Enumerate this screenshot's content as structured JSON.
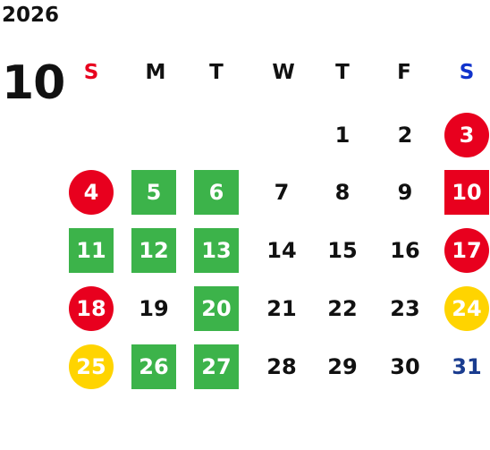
{
  "year": "2026",
  "month": "10",
  "weekdays": [
    "S",
    "M",
    "T",
    "W",
    "T",
    "F",
    "S"
  ],
  "colors": {
    "sunday": "#e8001e",
    "saturday": "#1133cc",
    "holiday_red": "#e8001e",
    "event_green": "#3cb34a",
    "event_yellow": "#ffd400",
    "sat_text_blue": "#1a3c8f"
  },
  "weeks": [
    [
      null,
      null,
      null,
      null,
      {
        "d": "1",
        "s": ""
      },
      {
        "d": "2",
        "s": ""
      },
      {
        "d": "3",
        "s": "red-circle"
      }
    ],
    [
      {
        "d": "4",
        "s": "red-circle"
      },
      {
        "d": "5",
        "s": "green-box"
      },
      {
        "d": "6",
        "s": "green-box"
      },
      {
        "d": "7",
        "s": ""
      },
      {
        "d": "8",
        "s": ""
      },
      {
        "d": "9",
        "s": ""
      },
      {
        "d": "10",
        "s": "red-box"
      }
    ],
    [
      {
        "d": "11",
        "s": "green-box"
      },
      {
        "d": "12",
        "s": "green-box"
      },
      {
        "d": "13",
        "s": "green-box"
      },
      {
        "d": "14",
        "s": ""
      },
      {
        "d": "15",
        "s": ""
      },
      {
        "d": "16",
        "s": ""
      },
      {
        "d": "17",
        "s": "red-circle"
      }
    ],
    [
      {
        "d": "18",
        "s": "red-circle"
      },
      {
        "d": "19",
        "s": ""
      },
      {
        "d": "20",
        "s": "green-box"
      },
      {
        "d": "21",
        "s": ""
      },
      {
        "d": "22",
        "s": ""
      },
      {
        "d": "23",
        "s": ""
      },
      {
        "d": "24",
        "s": "yellow-circle"
      }
    ],
    [
      {
        "d": "25",
        "s": "yellow-circle"
      },
      {
        "d": "26",
        "s": "green-box"
      },
      {
        "d": "27",
        "s": "green-box"
      },
      {
        "d": "28",
        "s": ""
      },
      {
        "d": "29",
        "s": ""
      },
      {
        "d": "30",
        "s": ""
      },
      {
        "d": "31",
        "s": "blue-text"
      }
    ]
  ]
}
